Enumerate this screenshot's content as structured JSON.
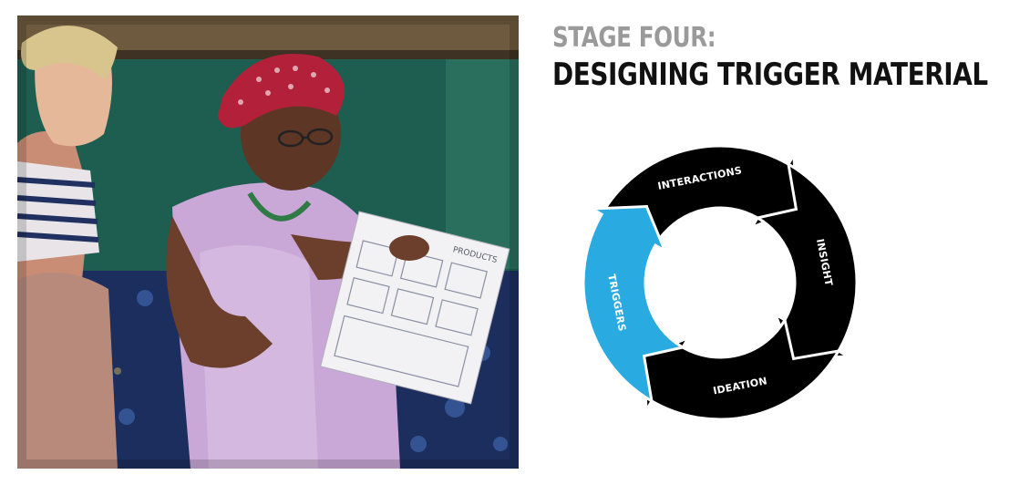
{
  "heading": {
    "kicker": "STAGE FOUR:",
    "title": "DESIGNING TRIGGER MATERIAL"
  },
  "cycle": {
    "stages": [
      {
        "label": "INTERACTIONS",
        "color": "#000000"
      },
      {
        "label": "INSIGHT",
        "color": "#000000"
      },
      {
        "label": "IDEATION",
        "color": "#000000"
      },
      {
        "label": "TRIGGERS",
        "color": "#29abe2"
      }
    ]
  },
  "photo": {
    "sheet_heading": "PRODUCTS"
  }
}
